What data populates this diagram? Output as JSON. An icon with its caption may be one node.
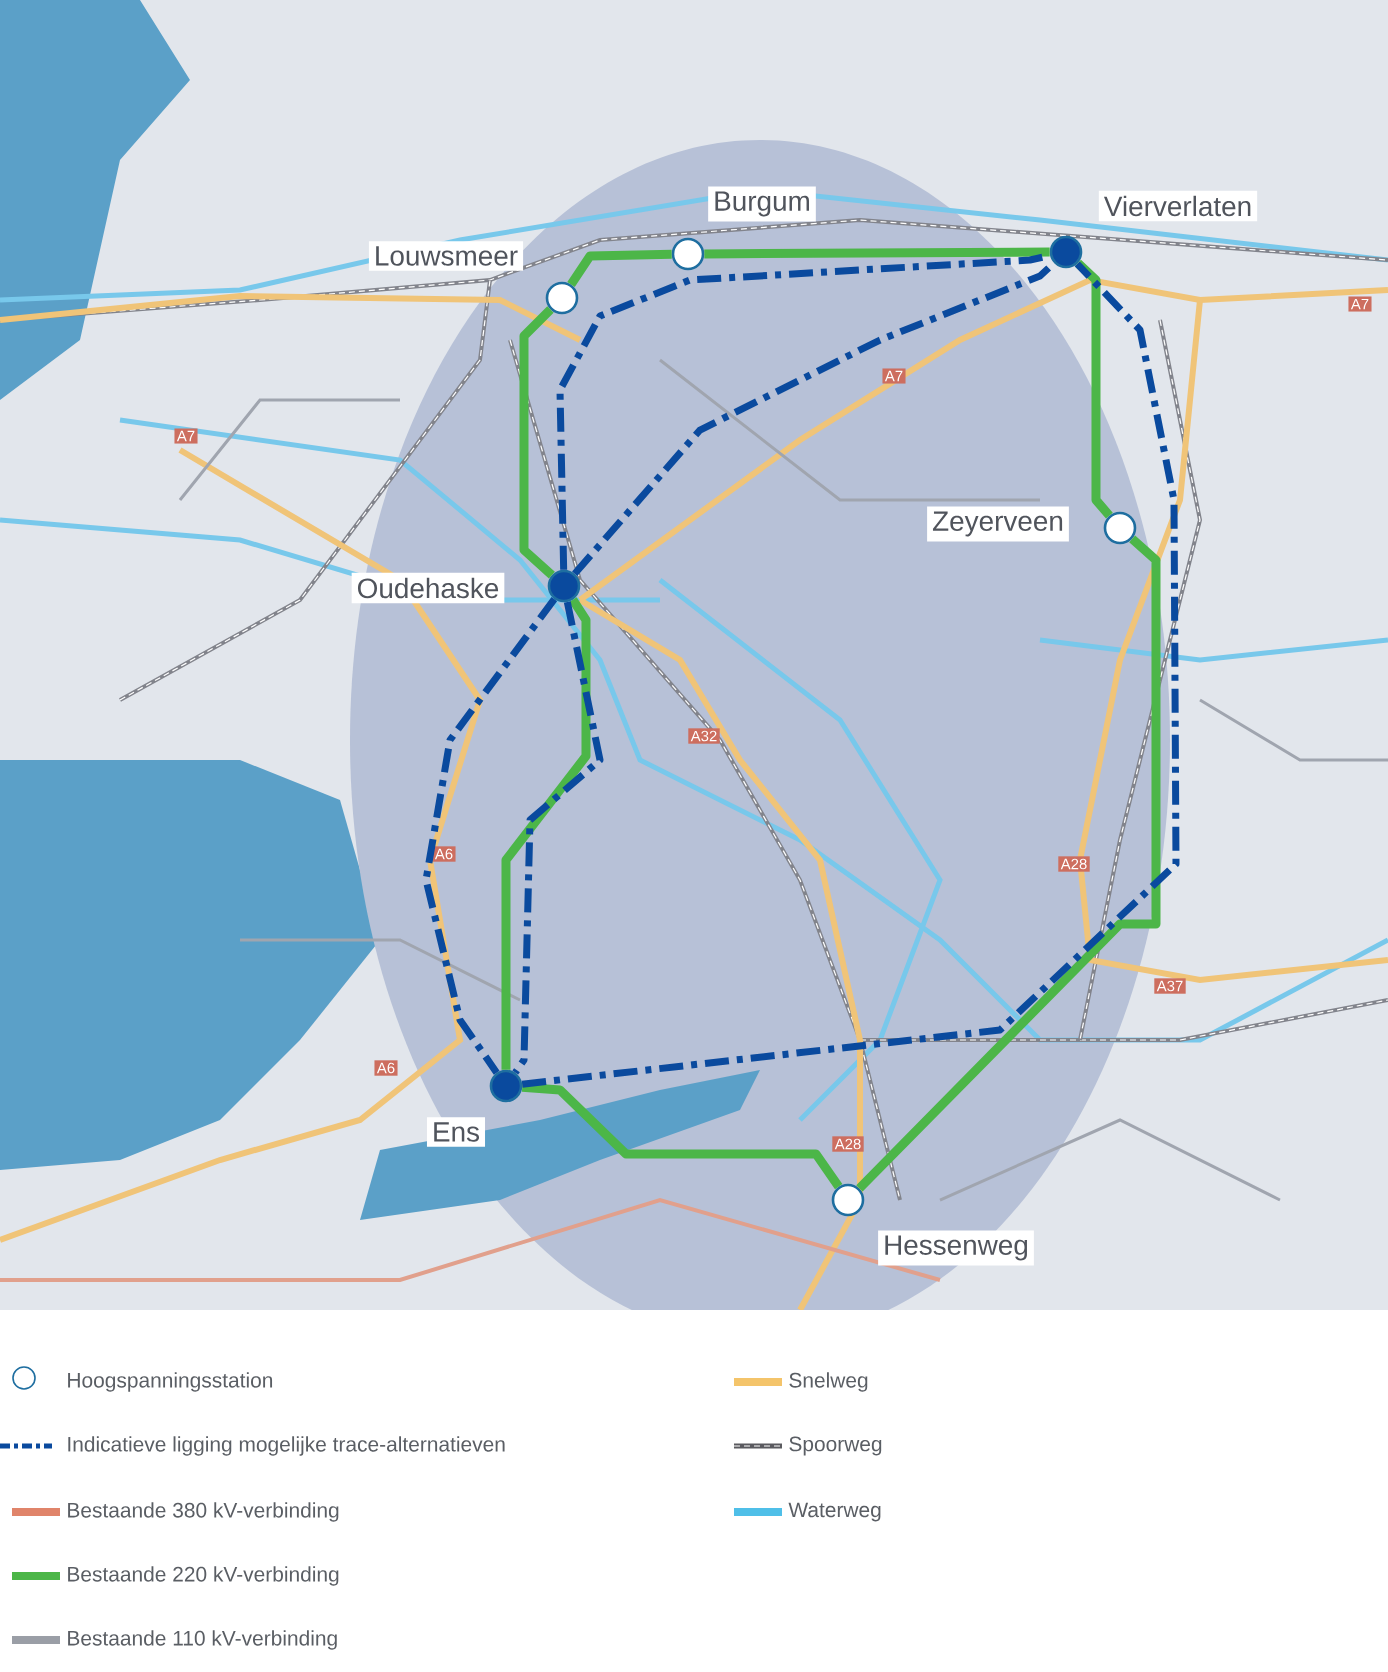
{
  "diagram": {
    "nodes": [
      {
        "text": [
          "Louwsmeer"
        ]
      },
      {
        "text": [
          "Burgum"
        ]
      },
      {
        "text": [
          "Vierverlaten"
        ]
      },
      {
        "text": [
          "Zeyerveen"
        ]
      },
      {
        "text": [
          "Oudehaske"
        ]
      },
      {
        "text": [
          "Ens"
        ]
      },
      {
        "text": [
          "Hessenweg"
        ]
      }
    ],
    "edges": [
      {
        "from": 0,
        "to": 1,
        "arrow": "none"
      },
      {
        "from": 1,
        "to": 2,
        "arrow": "none"
      },
      {
        "from": 2,
        "to": 3,
        "arrow": "none"
      },
      {
        "from": 3,
        "to": 6,
        "arrow": "none"
      },
      {
        "from": 6,
        "to": 5,
        "arrow": "none"
      },
      {
        "from": 5,
        "to": 4,
        "arrow": "none"
      },
      {
        "from": 4,
        "to": 0,
        "arrow": "none"
      },
      {
        "from": 4,
        "to": 2,
        "arrow": "none",
        "style": "dashed",
        "color": "#0a4a9e"
      },
      {
        "from": 4,
        "to": 2,
        "arrow": "none",
        "style": "dashed",
        "color": "#0a4a9e"
      },
      {
        "from": 4,
        "to": 5,
        "arrow": "none",
        "style": "dashed",
        "color": "#0a4a9e"
      },
      {
        "from": 4,
        "to": 5,
        "arrow": "none",
        "style": "dashed",
        "color": "#0a4a9e"
      },
      {
        "from": 5,
        "to": 2,
        "arrow": "none",
        "style": "dashed",
        "color": "#0a4a9e"
      }
    ],
    "labels": [
      "A7",
      "A7",
      "A7",
      "A32",
      "A6",
      "A28",
      "A37",
      "A6",
      "A28"
    ],
    "legend": [
      {
        "text": "Hoogspanningsstation"
      },
      {
        "text": "Indicatieve ligging mogelijke trace-alternatieven"
      },
      {
        "text": "Bestaande 380 kV-verbinding",
        "color": "#e0846a"
      },
      {
        "text": "Bestaande 220 kV-verbinding",
        "color": "#4cb648"
      },
      {
        "text": "Bestaande 110 kV-verbinding",
        "color": "#9a9ea6"
      },
      {
        "text": "Snelweg",
        "color": "#f4c46a"
      },
      {
        "text": "Spoorweg"
      },
      {
        "text": "Waterweg",
        "color": "#4fbfe8"
      }
    ]
  }
}
